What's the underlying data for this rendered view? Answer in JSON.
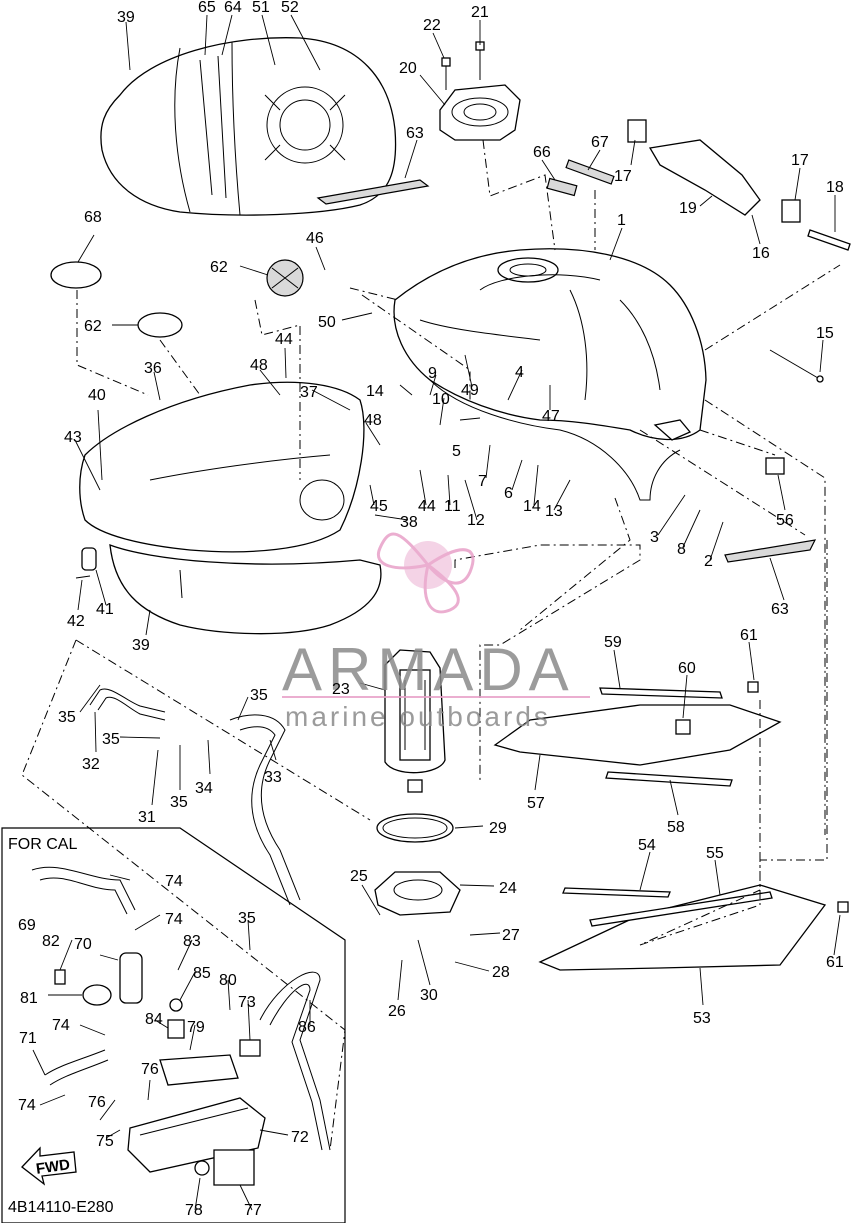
{
  "callouts": {
    "c1": "1",
    "c2": "2",
    "c3": "3",
    "c4": "4",
    "c5": "5",
    "c6": "6",
    "c7": "7",
    "c8": "8",
    "c9": "9",
    "c10": "10",
    "c11": "11",
    "c12": "12",
    "c13": "13",
    "c14a": "14",
    "c14b": "14",
    "c15": "15",
    "c16": "16",
    "c17a": "17",
    "c17b": "17",
    "c18": "18",
    "c19": "19",
    "c20": "20",
    "c21": "21",
    "c22": "22",
    "c23": "23",
    "c24": "24",
    "c25": "25",
    "c26": "26",
    "c27": "27",
    "c28": "28",
    "c29": "29",
    "c30": "30",
    "c31": "31",
    "c32": "32",
    "c33": "33",
    "c34": "34",
    "c35a": "35",
    "c35b": "35",
    "c35c": "35",
    "c35d": "35",
    "c35e": "35",
    "c36": "36",
    "c37": "37",
    "c38": "38",
    "c39a": "39",
    "c39b": "39",
    "c40": "40",
    "c41": "41",
    "c42": "42",
    "c43": "43",
    "c44a": "44",
    "c44b": "44",
    "c45": "45",
    "c46": "46",
    "c47": "47",
    "c48a": "48",
    "c48b": "48",
    "c49": "49",
    "c50": "50",
    "c51": "51",
    "c52": "52",
    "c53": "53",
    "c54": "54",
    "c55": "55",
    "c56": "56",
    "c57": "57",
    "c58": "58",
    "c59": "59",
    "c60": "60",
    "c61a": "61",
    "c61b": "61",
    "c62a": "62",
    "c62b": "62",
    "c63a": "63",
    "c63b": "63",
    "c64": "64",
    "c65": "65",
    "c66": "66",
    "c67": "67",
    "c68": "68",
    "c69": "69",
    "c70": "70",
    "c71": "71",
    "c72": "72",
    "c73": "73",
    "c74a": "74",
    "c74b": "74",
    "c74c": "74",
    "c74d": "74",
    "c75": "75",
    "c76a": "76",
    "c76b": "76",
    "c77": "77",
    "c78": "78",
    "c79": "79",
    "c80": "80",
    "c81": "81",
    "c82": "82",
    "c83": "83",
    "c84": "84",
    "c85": "85",
    "c86": "86"
  },
  "inset_label": "FOR CAL",
  "fwd_label": "FWD",
  "diagram_code": "4B14110-E280",
  "watermark": {
    "brand": "ARMADA",
    "tagline": "marine outboards",
    "logo_color": "#e8a0c8",
    "text_color": "#8a8a8a"
  },
  "line_color": "#000000",
  "shade_color": "#d9d9d9"
}
